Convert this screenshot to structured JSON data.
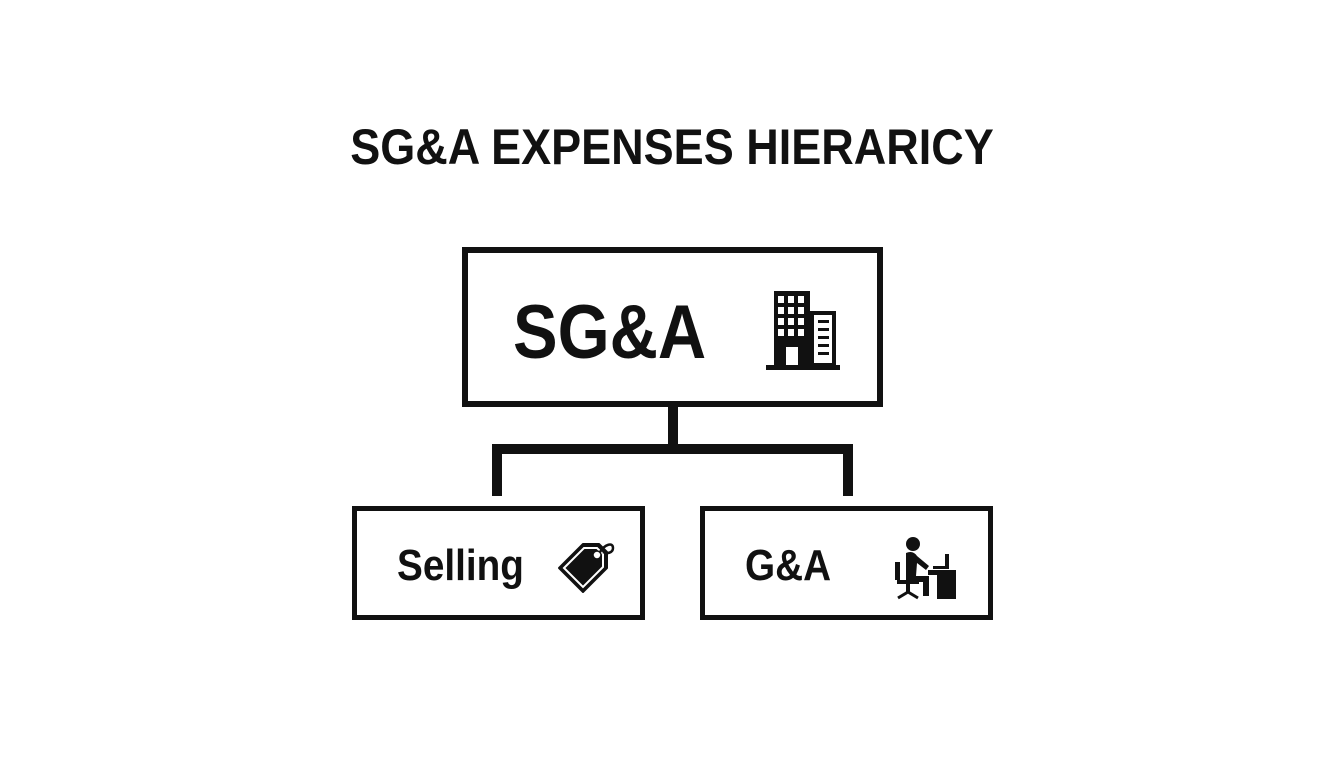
{
  "title": "SG&A EXPENSES HIERARICY",
  "root": {
    "label": "SG&A",
    "icon": "office-building-icon"
  },
  "children": [
    {
      "label": "Selling",
      "icon": "price-tag-icon"
    },
    {
      "label": "G&A",
      "icon": "person-at-desk-icon"
    }
  ],
  "colors": {
    "line": "#111111",
    "background": "#ffffff"
  }
}
